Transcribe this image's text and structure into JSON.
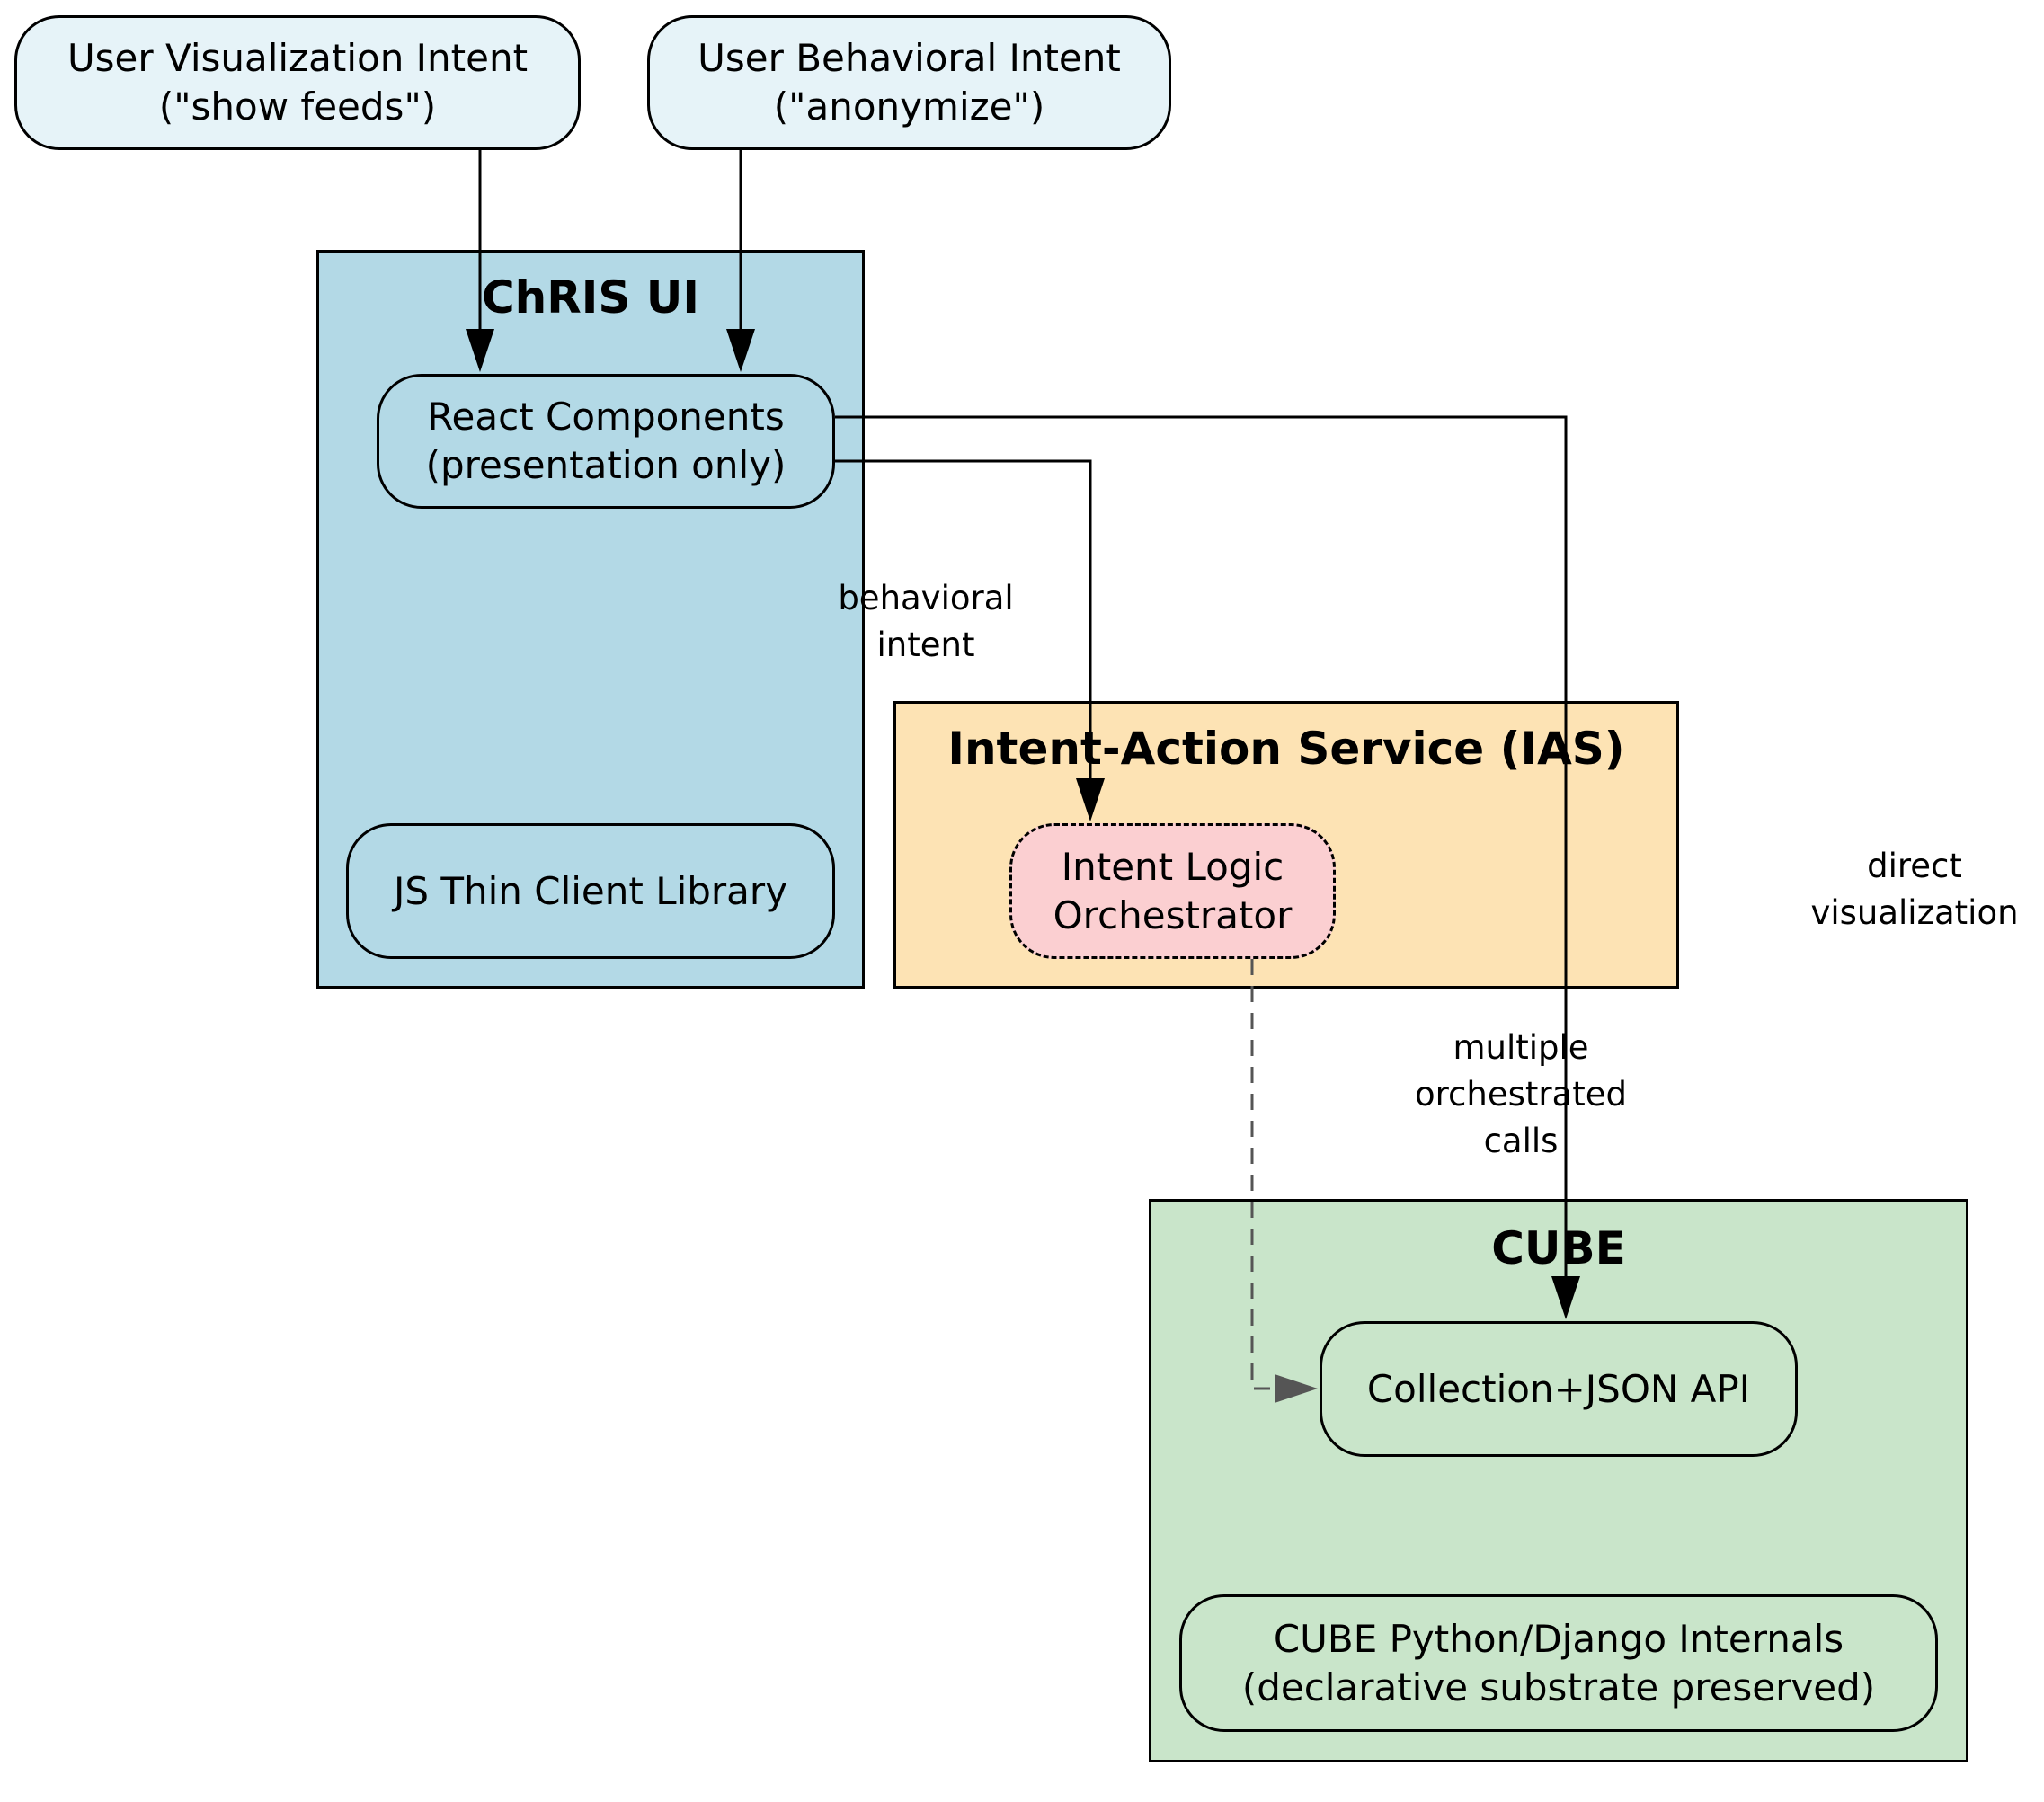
{
  "intents": {
    "visualization": {
      "line1": "User Visualization Intent",
      "line2": "(\"show feeds\")"
    },
    "behavioral": {
      "line1": "User Behavioral Intent",
      "line2": "(\"anonymize\")"
    }
  },
  "clusters": {
    "chris_ui": {
      "title": "ChRIS UI",
      "fill": "#b3d9e6",
      "react_components": {
        "line1": "React Components",
        "line2": "(presentation only)"
      },
      "js_client": {
        "label": "JS Thin Client Library"
      }
    },
    "ias": {
      "title": "Intent-Action Service (IAS)",
      "fill": "#fde3b4",
      "orchestrator": {
        "line1": "Intent Logic",
        "line2": "Orchestrator",
        "fill": "#fbcfd1"
      }
    },
    "cube": {
      "title": "CUBE",
      "fill": "#c9e5ca",
      "api": {
        "label": "Collection+JSON API"
      },
      "internals": {
        "line1": "CUBE Python/Django Internals",
        "line2": "(declarative substrate preserved)"
      }
    }
  },
  "edge_labels": {
    "behavioral": {
      "line1": "behavioral",
      "line2": "intent"
    },
    "direct": {
      "line1": "direct",
      "line2": "visualization"
    },
    "multiple": {
      "line1": "multiple",
      "line2": "orchestrated",
      "line3": "calls"
    }
  },
  "colors": {
    "intent_fill": "#e6f3f8",
    "edge": "#000000",
    "dashed_edge": "#555555"
  }
}
